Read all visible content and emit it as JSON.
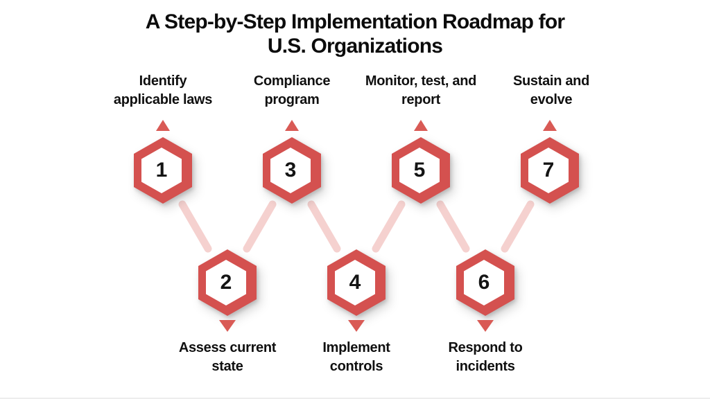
{
  "title": {
    "line1": "A Step-by-Step Implementation Roadmap for",
    "line2": "U.S. Organizations"
  },
  "steps": [
    {
      "number": "1",
      "lines": [
        "Identify",
        "applicable laws"
      ]
    },
    {
      "number": "2",
      "lines": [
        "Assess current",
        "state"
      ]
    },
    {
      "number": "3",
      "lines": [
        "Compliance",
        "program"
      ]
    },
    {
      "number": "4",
      "lines": [
        "Implement",
        "controls"
      ]
    },
    {
      "number": "5",
      "lines": [
        "Monitor, test, and",
        "report"
      ]
    },
    {
      "number": "6",
      "lines": [
        "Respond to",
        "incidents"
      ]
    },
    {
      "number": "7",
      "lines": [
        "Sustain and",
        "evolve"
      ]
    }
  ],
  "colors": {
    "hexagon_red": "#D4514F",
    "arrow_red": "#D95A55",
    "connector_pink": "#F5D1CF",
    "text": "#101010",
    "background": "#FFFFFF"
  }
}
